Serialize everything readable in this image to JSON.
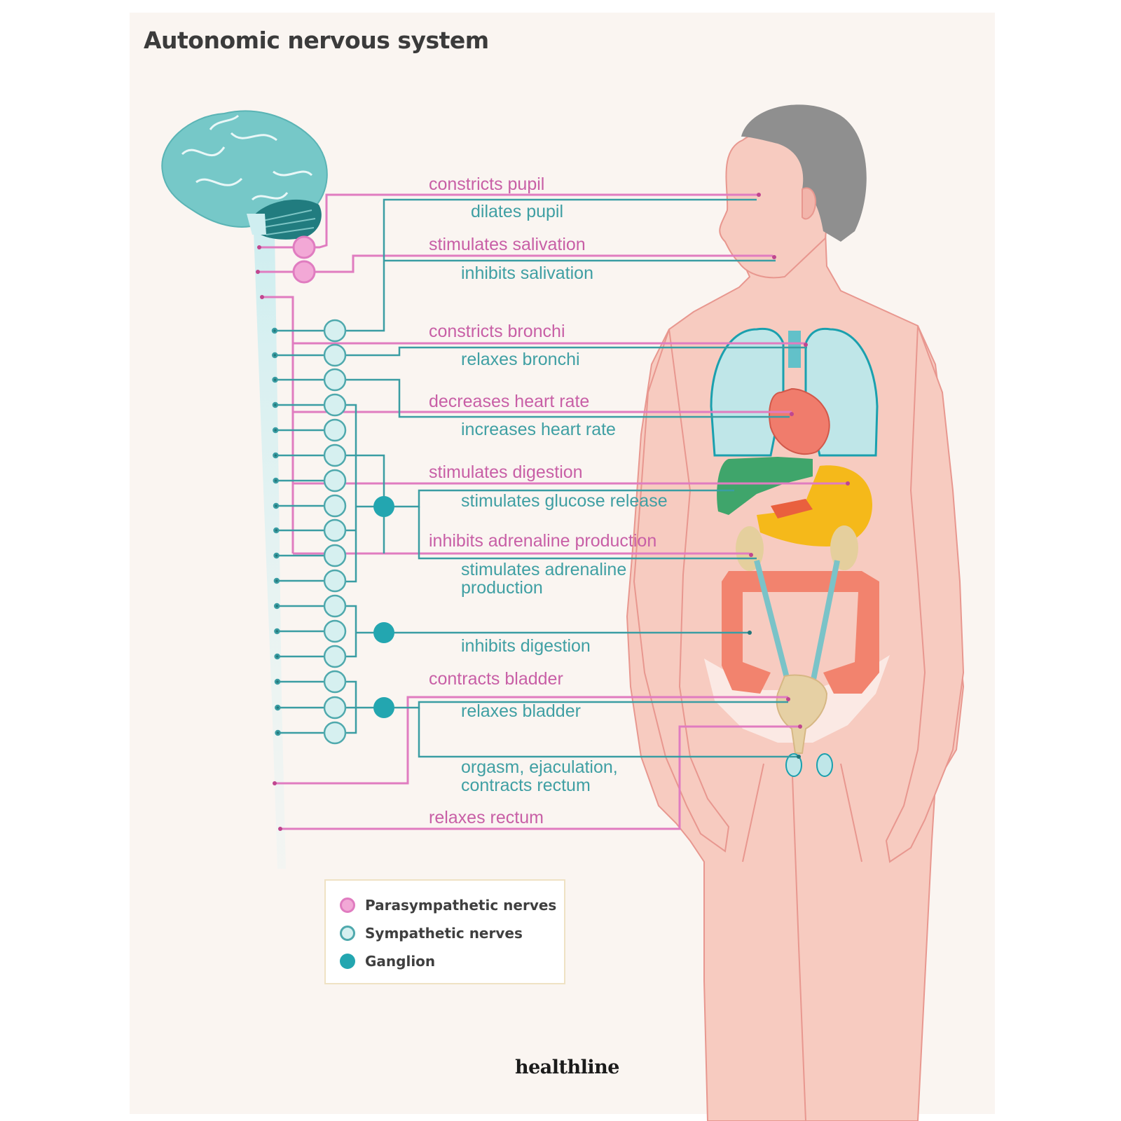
{
  "title": "Autonomic nervous system",
  "colors": {
    "parasympathetic": "#e07cc0",
    "sympathetic": "#b7e3e4",
    "ganglion": "#23a6b0",
    "parasympathetic_text": "#c85fa6",
    "sympathetic_text": "#3f9fa3",
    "background": "#faf5f1"
  },
  "labels": {
    "constricts_pupil": "constricts pupil",
    "dilates_pupil": "dilates pupil",
    "stimulates_salivation": "stimulates salivation",
    "inhibits_salivation": "inhibits salivation",
    "constricts_bronchi": "constricts bronchi",
    "relaxes_bronchi": "relaxes bronchi",
    "decreases_heart_rate": "decreases heart rate",
    "increases_heart_rate": "increases heart rate",
    "stimulates_digestion": "stimulates digestion",
    "stimulates_glucose_release": "stimulates glucose release",
    "inhibits_adrenaline_production": "inhibits adrenaline production",
    "stimulates_adrenaline_production_1": "stimulates adrenaline",
    "stimulates_adrenaline_production_2": "production",
    "inhibits_digestion": "inhibits digestion",
    "contracts_bladder": "contracts bladder",
    "relaxes_bladder": "relaxes bladder",
    "orgasm_1": "orgasm, ejaculation,",
    "orgasm_2": "contracts rectum",
    "relaxes_rectum": "relaxes rectum"
  },
  "legend": {
    "parasympathetic": "Parasympathetic nerves",
    "sympathetic": "Sympathetic nerves",
    "ganglion": "Ganglion"
  },
  "brand": "healthline"
}
